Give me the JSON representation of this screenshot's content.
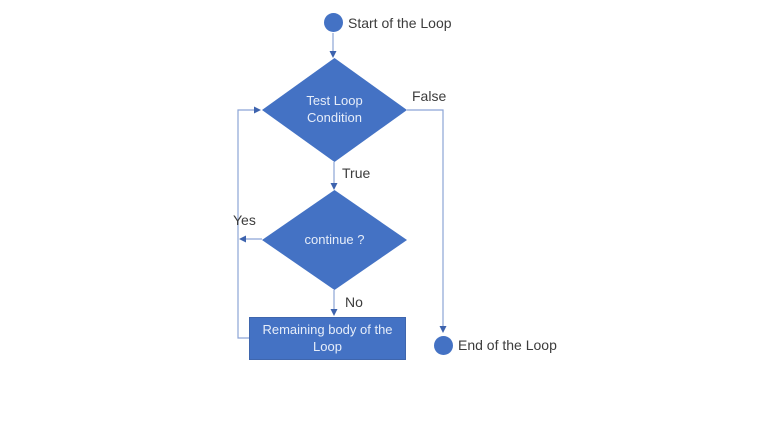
{
  "palette": {
    "shape_fill": "#4472C4",
    "shape_text": "#E6EDF9",
    "connector_line": "#8CA5D6",
    "arrowhead": "#3D63AE",
    "label_text": "#3C3C3C",
    "background": "#FFFFFF"
  },
  "nodes": {
    "start": {
      "shape": "circle",
      "label": "Start of the Loop"
    },
    "test_condition": {
      "shape": "diamond",
      "label": "Test Loop Condition"
    },
    "continue_decision": {
      "shape": "diamond",
      "label": "continue ?"
    },
    "loop_body": {
      "shape": "rectangle",
      "label": "Remaining body of the Loop"
    },
    "end": {
      "shape": "circle",
      "label": "End of the Loop"
    }
  },
  "edge_labels": {
    "false_branch": "False",
    "true_branch": "True",
    "yes_branch": "Yes",
    "no_branch": "No"
  }
}
